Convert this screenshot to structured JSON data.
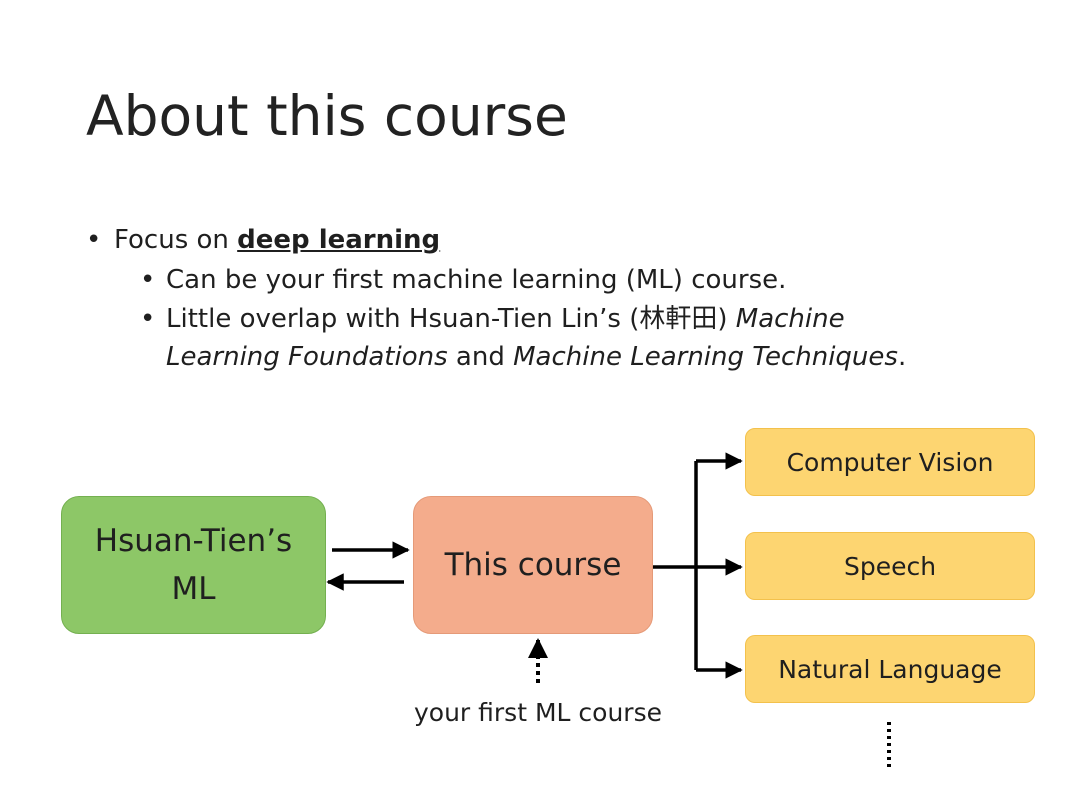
{
  "slide": {
    "title": "About this course",
    "bullets": {
      "b1_prefix": "Focus on ",
      "b1_emph": "deep learning",
      "b2": "Can be your first machine learning (ML) course.",
      "b3_line1_plain": "Little overlap with Hsuan-Tien Lin’s (林軒田) ",
      "b3_line1_italic": "Machine",
      "b3_line2_italic1": "Learning Foundations",
      "b3_line2_plain": " and ",
      "b3_line2_italic2": "Machine Learning Techniques",
      "b3_line2_end": "."
    }
  },
  "diagram": {
    "left_box_line1": "Hsuan-Tien’s",
    "left_box_line2": "ML",
    "center_box": "This course",
    "caption": "your first ML course",
    "right_boxes": [
      "Computer Vision",
      "Speech",
      "Natural Language"
    ],
    "colors": {
      "green": "#8dc767",
      "orange": "#f4ac8c",
      "yellow": "#fdd571"
    }
  }
}
